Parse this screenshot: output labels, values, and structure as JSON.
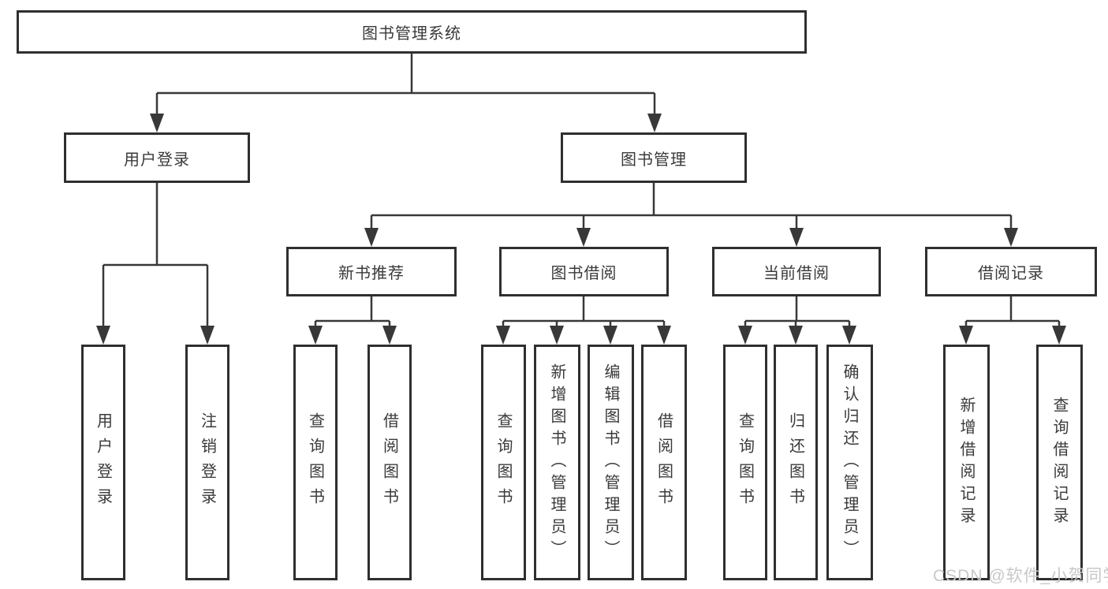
{
  "diagram": {
    "root": "图书管理系统",
    "level2": [
      "用户登录",
      "图书管理"
    ],
    "level3": [
      "新书推荐",
      "图书借阅",
      "当前借阅",
      "借阅记录"
    ],
    "leaves": {
      "user_login": [
        "用户登录",
        "注销登录"
      ],
      "new_book_recommend": [
        "查询图书",
        "借阅图书"
      ],
      "book_borrow": [
        "查询图书",
        "新增图书（管理员）",
        "编辑图书（管理员）",
        "借阅图书"
      ],
      "current_borrow": [
        "查询图书",
        "归还图书",
        "确认归还（管理员）"
      ],
      "borrow_records": [
        "新增借阅记录",
        "查询借阅记录"
      ]
    }
  },
  "watermark": "CSDN @软件_小贺同学",
  "colors": {
    "line": "#383838",
    "box_border": "#2f2f2f",
    "text": "#3a3a3a",
    "watermark": "#c8c8c8",
    "background": "#ffffff"
  }
}
